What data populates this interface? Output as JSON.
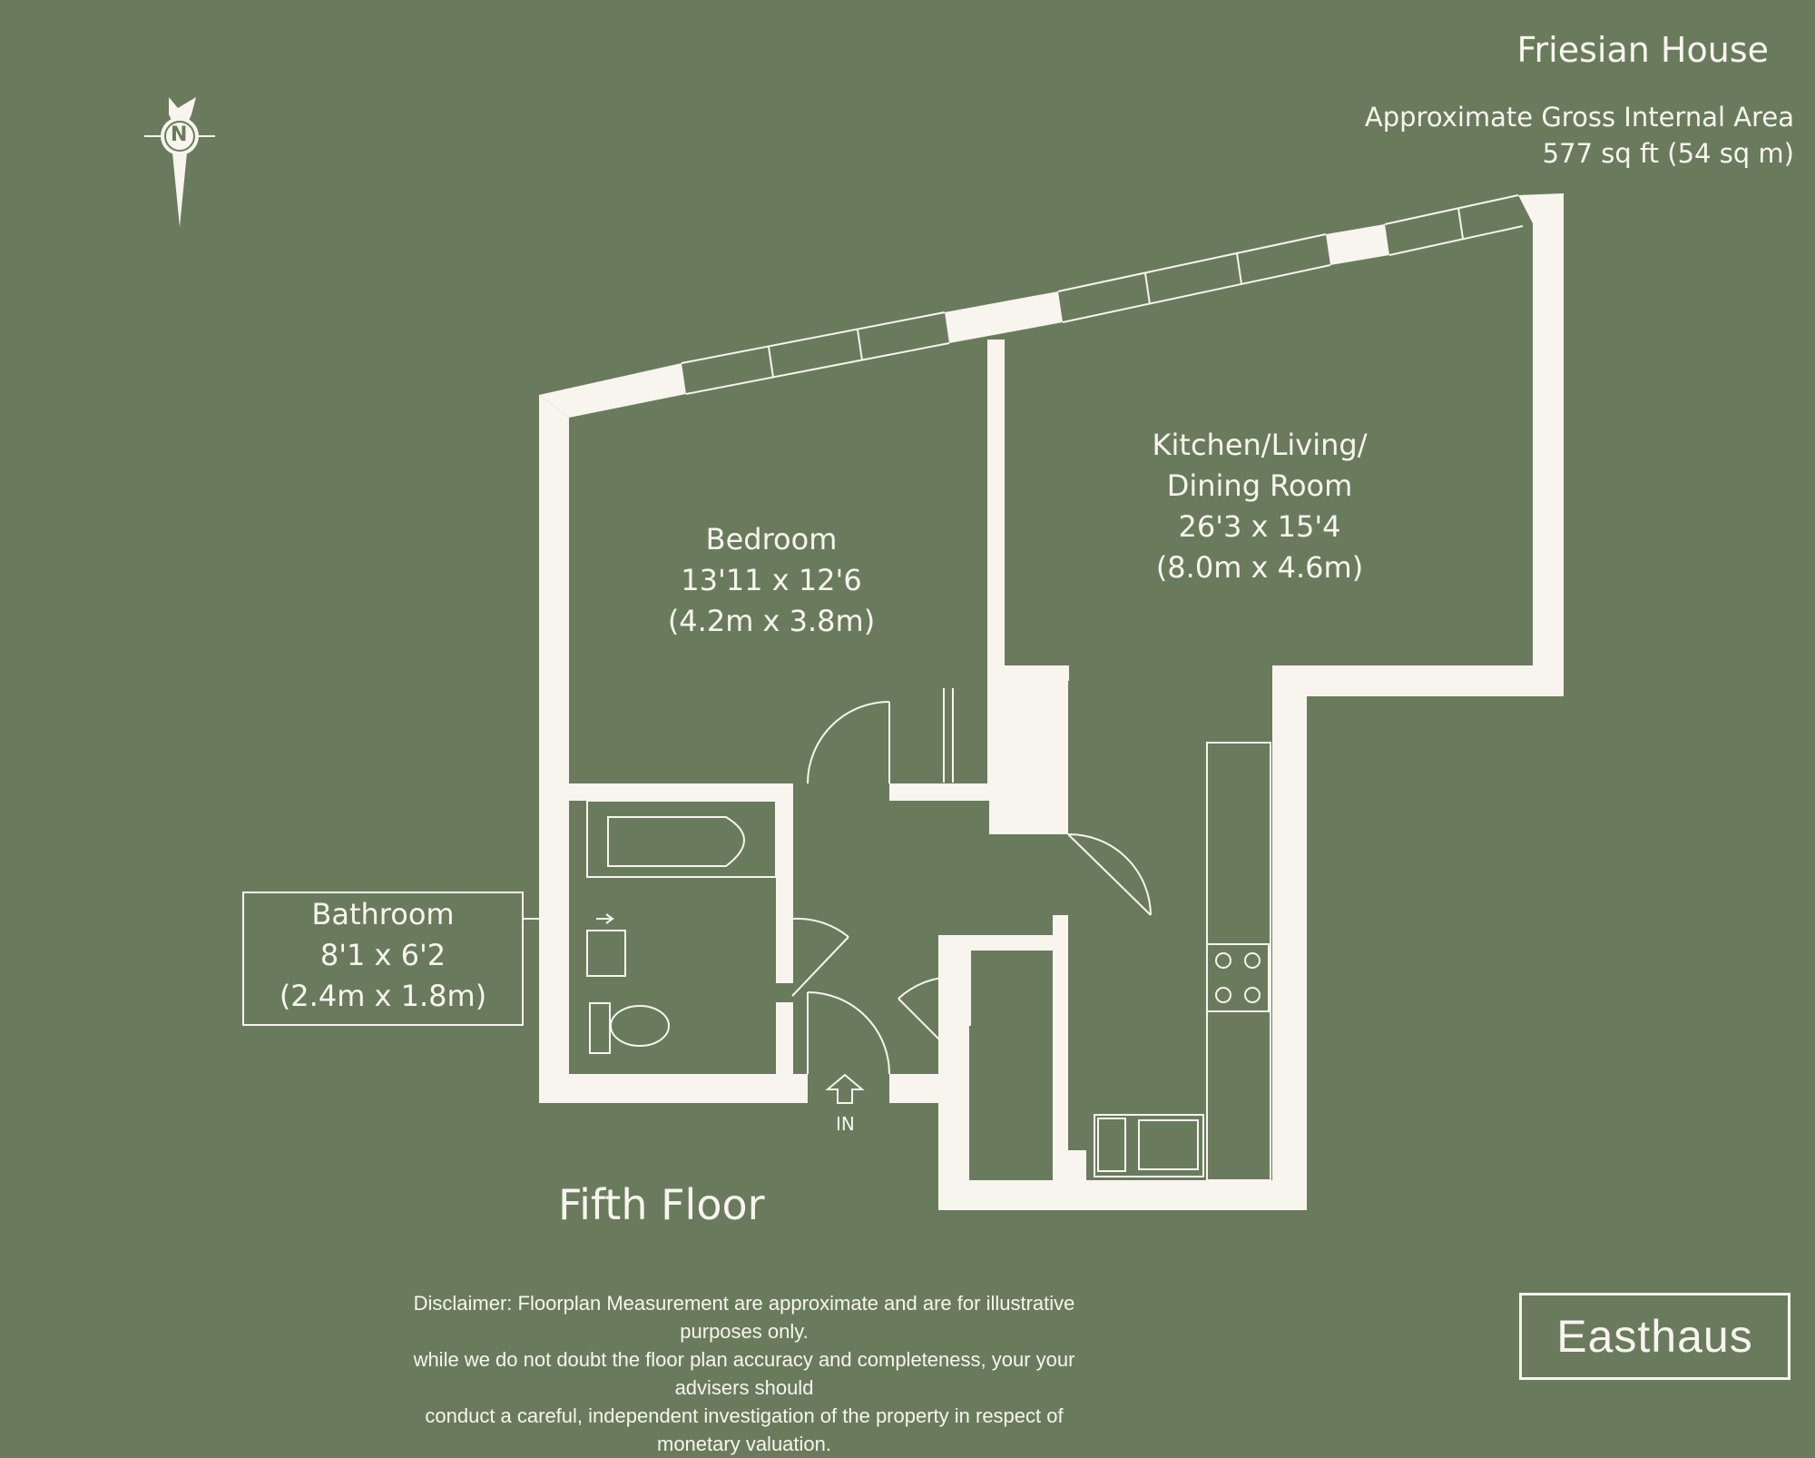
{
  "header": {
    "building_name": "Friesian House",
    "area_label": "Approximate Gross Internal Area",
    "area_value": "577 sq ft (54 sq m)"
  },
  "compass": {
    "letter": "N",
    "icon": "north-arrow-icon"
  },
  "rooms": {
    "bedroom": {
      "name": "Bedroom",
      "imperial": "13'11 x 12'6",
      "metric": "(4.2m x 3.8m)"
    },
    "kitchen": {
      "name_line1": "Kitchen/Living/",
      "name_line2": "Dining Room",
      "imperial": "26'3 x 15'4",
      "metric": "(8.0m x 4.6m)"
    },
    "bathroom": {
      "name": "Bathroom",
      "imperial": "8'1 x 6'2",
      "metric": "(2.4m x 1.8m)"
    }
  },
  "entrance_label": "IN",
  "floor_name": "Fifth Floor",
  "disclaimer": {
    "line1": "Disclaimer: Floorplan Measurement are approximate and are for illustrative purposes only.",
    "line2": "while we do not doubt the floor plan accuracy and completeness, your your advisers should",
    "line3": "conduct a careful, independent investigation of the property in respect of monetary valuation."
  },
  "brand": "Easthaus",
  "colors": {
    "background": "#6a7b5d",
    "walls": "#f7f5ee"
  }
}
